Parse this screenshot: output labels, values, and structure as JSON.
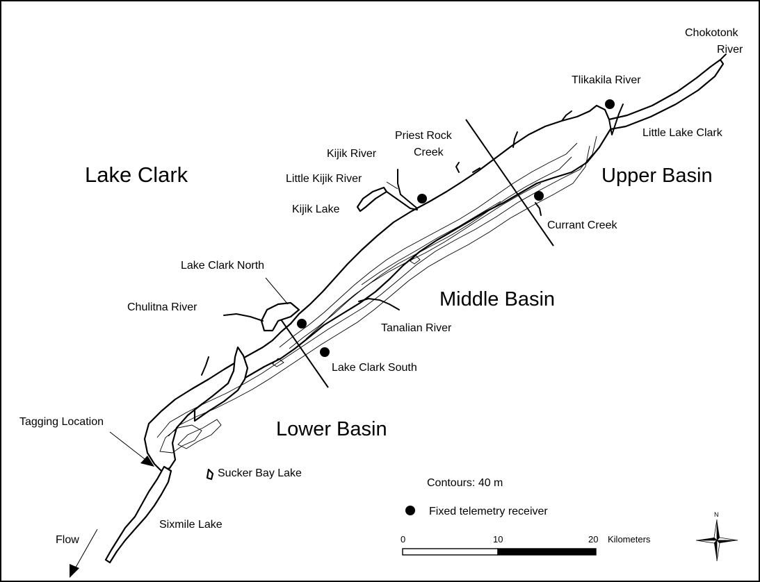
{
  "map_title": "Lake Clark",
  "basins": {
    "upper": "Upper Basin",
    "middle": "Middle Basin",
    "lower": "Lower Basin"
  },
  "places": {
    "chokotonk_1": "Chokotonk",
    "chokotonk_2": "River",
    "tlikakila": "Tlikakila River",
    "little_lake_clark": "Little Lake Clark",
    "priest_rock_1": "Priest Rock",
    "priest_rock_2": "Creek",
    "kijik_river": "Kijik River",
    "little_kijik": "Little Kijik River",
    "kijik_lake": "Kijik Lake",
    "currant_creek": "Currant Creek",
    "lake_clark_north": "Lake Clark North",
    "chulitna": "Chulitna River",
    "tanalian": "Tanalian River",
    "lake_clark_south": "Lake Clark South",
    "tagging": "Tagging Location",
    "sucker_bay": "Sucker Bay Lake",
    "sixmile": "Sixmile Lake",
    "flow": "Flow"
  },
  "legend": {
    "contours": "Contours:  40 m",
    "receiver": "Fixed telemetry receiver"
  },
  "scale": {
    "tick_0": "0",
    "tick_10": "10",
    "tick_20": "20",
    "unit": "Kilometers"
  },
  "north": "N",
  "colors": {
    "ink": "#000000",
    "paper": "#ffffff"
  }
}
